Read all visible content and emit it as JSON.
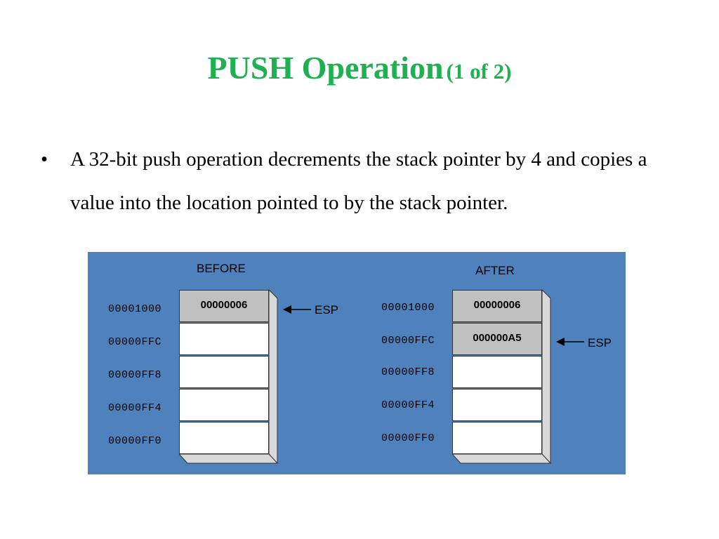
{
  "title": {
    "main": "PUSH Operation",
    "sub": "(1 of 2)"
  },
  "bullet": {
    "dot": "•",
    "text": "A 32-bit push operation decrements the stack pointer by 4 and copies a value into the location pointed to by the stack pointer."
  },
  "diagram": {
    "before": {
      "header": "BEFORE",
      "rows": [
        {
          "address": "00001000",
          "value": "00000006",
          "filled": true
        },
        {
          "address": "00000FFC",
          "value": "",
          "filled": false
        },
        {
          "address": "00000FF8",
          "value": "",
          "filled": false
        },
        {
          "address": "00000FF4",
          "value": "",
          "filled": false
        },
        {
          "address": "00000FF0",
          "value": "",
          "filled": false
        }
      ],
      "pointer_label": "ESP"
    },
    "after": {
      "header": "AFTER",
      "rows": [
        {
          "address": "00001000",
          "value": "00000006",
          "filled": true
        },
        {
          "address": "00000FFC",
          "value": "000000A5",
          "filled": true
        },
        {
          "address": "00000FF8",
          "value": "",
          "filled": false
        },
        {
          "address": "00000FF4",
          "value": "",
          "filled": false
        },
        {
          "address": "00000FF0",
          "value": "",
          "filled": false
        }
      ],
      "pointer_label": "ESP"
    },
    "colors": {
      "panel": "#4f81bd",
      "filled_cell": "#c0c0c0",
      "title": "#1fb050"
    }
  }
}
